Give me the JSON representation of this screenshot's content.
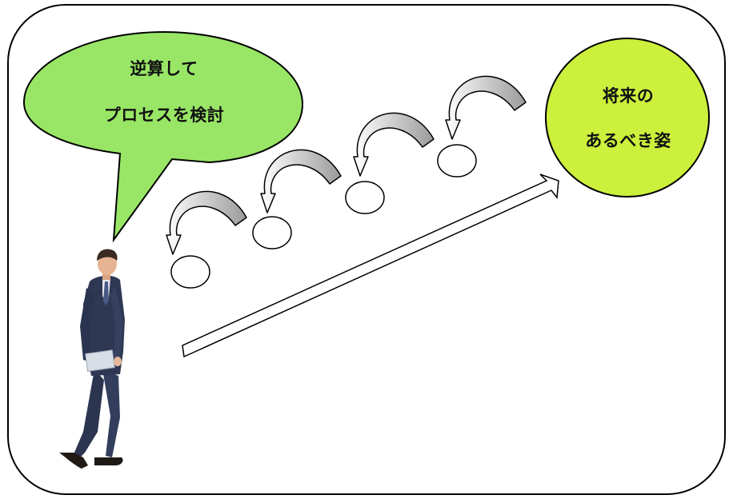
{
  "speech_bubble": {
    "lines": [
      "逆算して",
      "プロセスを検討"
    ],
    "fill_color": "#99e666"
  },
  "goal_circle": {
    "lines": [
      "将来の",
      "あるべき姿"
    ],
    "fill_color": "#ccf03c"
  },
  "step_circles": {
    "count": 4
  },
  "return_arrows": {
    "count": 4,
    "fill_color": "#b8b8b8"
  },
  "main_arrow": {
    "fill_color": "#ffffff"
  },
  "person": {
    "icon": "businessman-walking-icon"
  }
}
